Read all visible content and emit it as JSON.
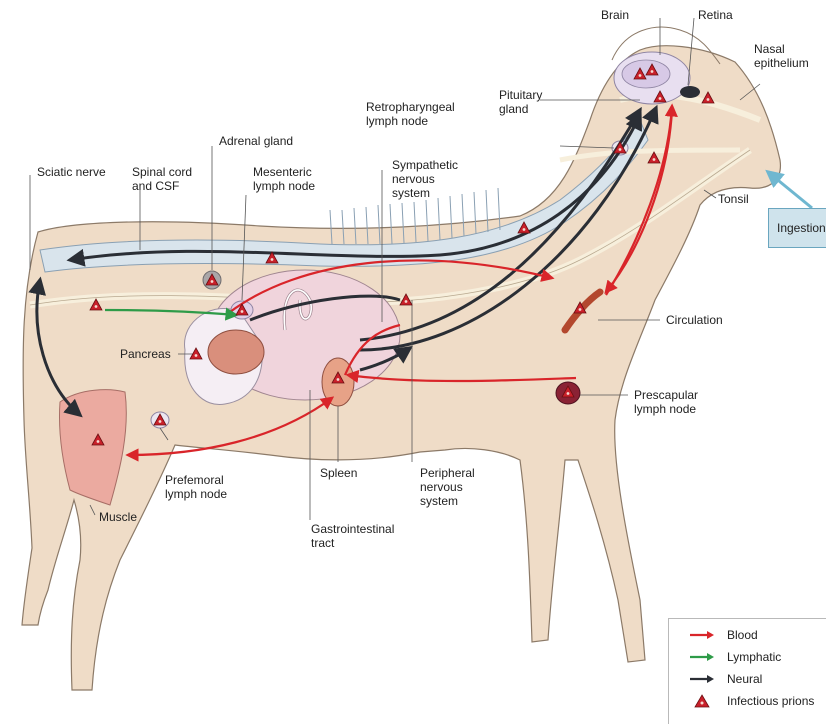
{
  "labels": {
    "brain": "Brain",
    "retina": "Retina",
    "nasal_epithelium": "Nasal\nepithelium",
    "pituitary_gland": "Pituitary\ngland",
    "retropharyngeal_lymph_node": "Retropharyngeal\nlymph node",
    "adrenal_gland": "Adrenal gland",
    "sciatic_nerve": "Sciatic nerve",
    "spinal_cord_csf": "Spinal cord\nand CSF",
    "mesenteric_lymph_node": "Mesenteric\nlymph node",
    "sympathetic_nervous_system": "Sympathetic\nnervous\nsystem",
    "tonsil": "Tonsil",
    "ingestion": "Ingestion",
    "circulation": "Circulation",
    "pancreas": "Pancreas",
    "prescapular_lymph_node": "Prescapular\nlymph node",
    "prefemoral_lymph_node": "Prefemoral\nlymph node",
    "muscle": "Muscle",
    "spleen": "Spleen",
    "peripheral_nervous_system": "Peripheral\nnervous\nsystem",
    "gastrointestinal_tract": "Gastrointestinal\ntract"
  },
  "legend": {
    "blood": "Blood",
    "lymphatic": "Lymphatic",
    "neural": "Neural",
    "infectious_prions": "Infectious prions"
  },
  "colors": {
    "body": "#efdcc7",
    "body_outline": "#8c7a68",
    "spine": "#d9e4ec",
    "blood": "#d9252a",
    "lymphatic": "#2e9b48",
    "neural": "#2a2e35",
    "prion": "#c9202a",
    "ingestion_arrow": "#6fb7d0",
    "organ_pink": "#e9c7cf",
    "organ_red": "#d98f7c"
  },
  "icons": {
    "prion": "prion-triangle-icon",
    "arrow": "arrow-icon"
  }
}
